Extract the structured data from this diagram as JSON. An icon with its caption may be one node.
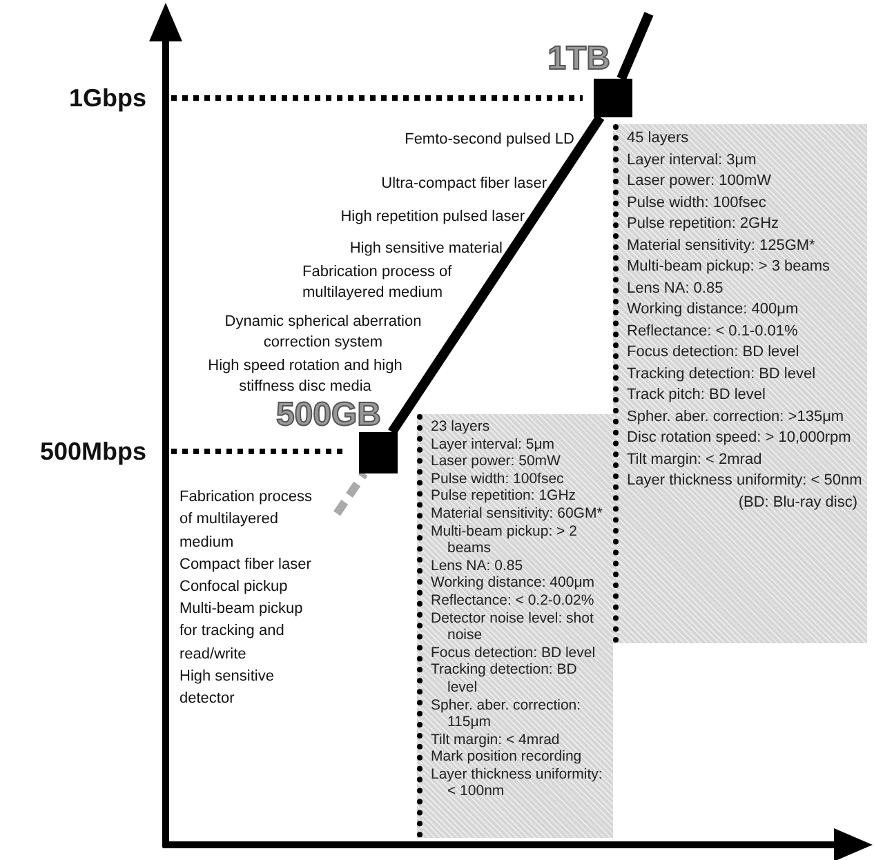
{
  "diagram": {
    "nodes": [
      {
        "text": [],
        "shape": "box",
        "beside": [
          "500GB"
        ]
      },
      {
        "text": [],
        "shape": "box",
        "beside": [
          "1TB"
        ]
      },
      {
        "text": [
          "45 layers",
          "Layer interval: 3μm",
          "Laser power: 100mW",
          "Pulse width: 100fsec",
          "Pulse repetition: 2GHz",
          "Material sensitivity: 125GM*",
          "Multi-beam pickup: > 3 beams",
          "Lens NA: 0.85",
          "Working distance: 400μm",
          "Reflectance: < 0.1-0.01%",
          "Focus detection: BD level",
          "Tracking detection: BD level",
          "Track pitch: BD level",
          "Spher. aber. correction: >135μm",
          "Disc rotation speed: > 10,000rpm",
          "Tilt margin: < 2mrad",
          "Layer thickness uniformity: < 50nm",
          "(BD: Blu-ray disc)"
        ]
      },
      {
        "text": [
          "23 layers",
          "Layer interval: 5μm",
          "Laser power: 50mW",
          "Pulse width: 100fsec",
          "Pulse repetition: 1GHz",
          "Material sensitivity: 60GM*",
          "Multi-beam pickup: > 2 beams",
          "Lens NA: 0.85",
          "Working distance: 400μm",
          "Reflectance: < 0.2-0.02%",
          "Detector noise level: shot noise",
          "Focus detection: BD level",
          "Tracking detection: BD level",
          "Spher. aber. correction: 115μm",
          "Tilt margin: < 4mrad",
          "Mark position recording",
          "Layer thickness uniformity: < 100nm"
        ]
      }
    ],
    "edges": [
      {
        "from": 0,
        "to": 1,
        "arrow": "none"
      },
      {
        "from": 1,
        "to": null,
        "arrow": "none"
      },
      {
        "from": null,
        "to": 0,
        "arrow": "none",
        "style": "dashed",
        "color": "#aaaaaa"
      }
    ],
    "labels": [
      "1Gbps",
      "Femto-second pulsed LD",
      "Ultra-compact fiber laser",
      "High repetition pulsed laser",
      "High sensitive material",
      "Fabrication process of multilayered medium",
      "Dynamic spherical aberration correction system",
      "High speed rotation and high stiffness disc media",
      "500Mbps",
      "Fabrication process of multilayered medium",
      "Compact fiber laser",
      "Confocal pickup",
      "Multi-beam pickup for tracking and read/write",
      "High sensitive detector"
    ]
  }
}
